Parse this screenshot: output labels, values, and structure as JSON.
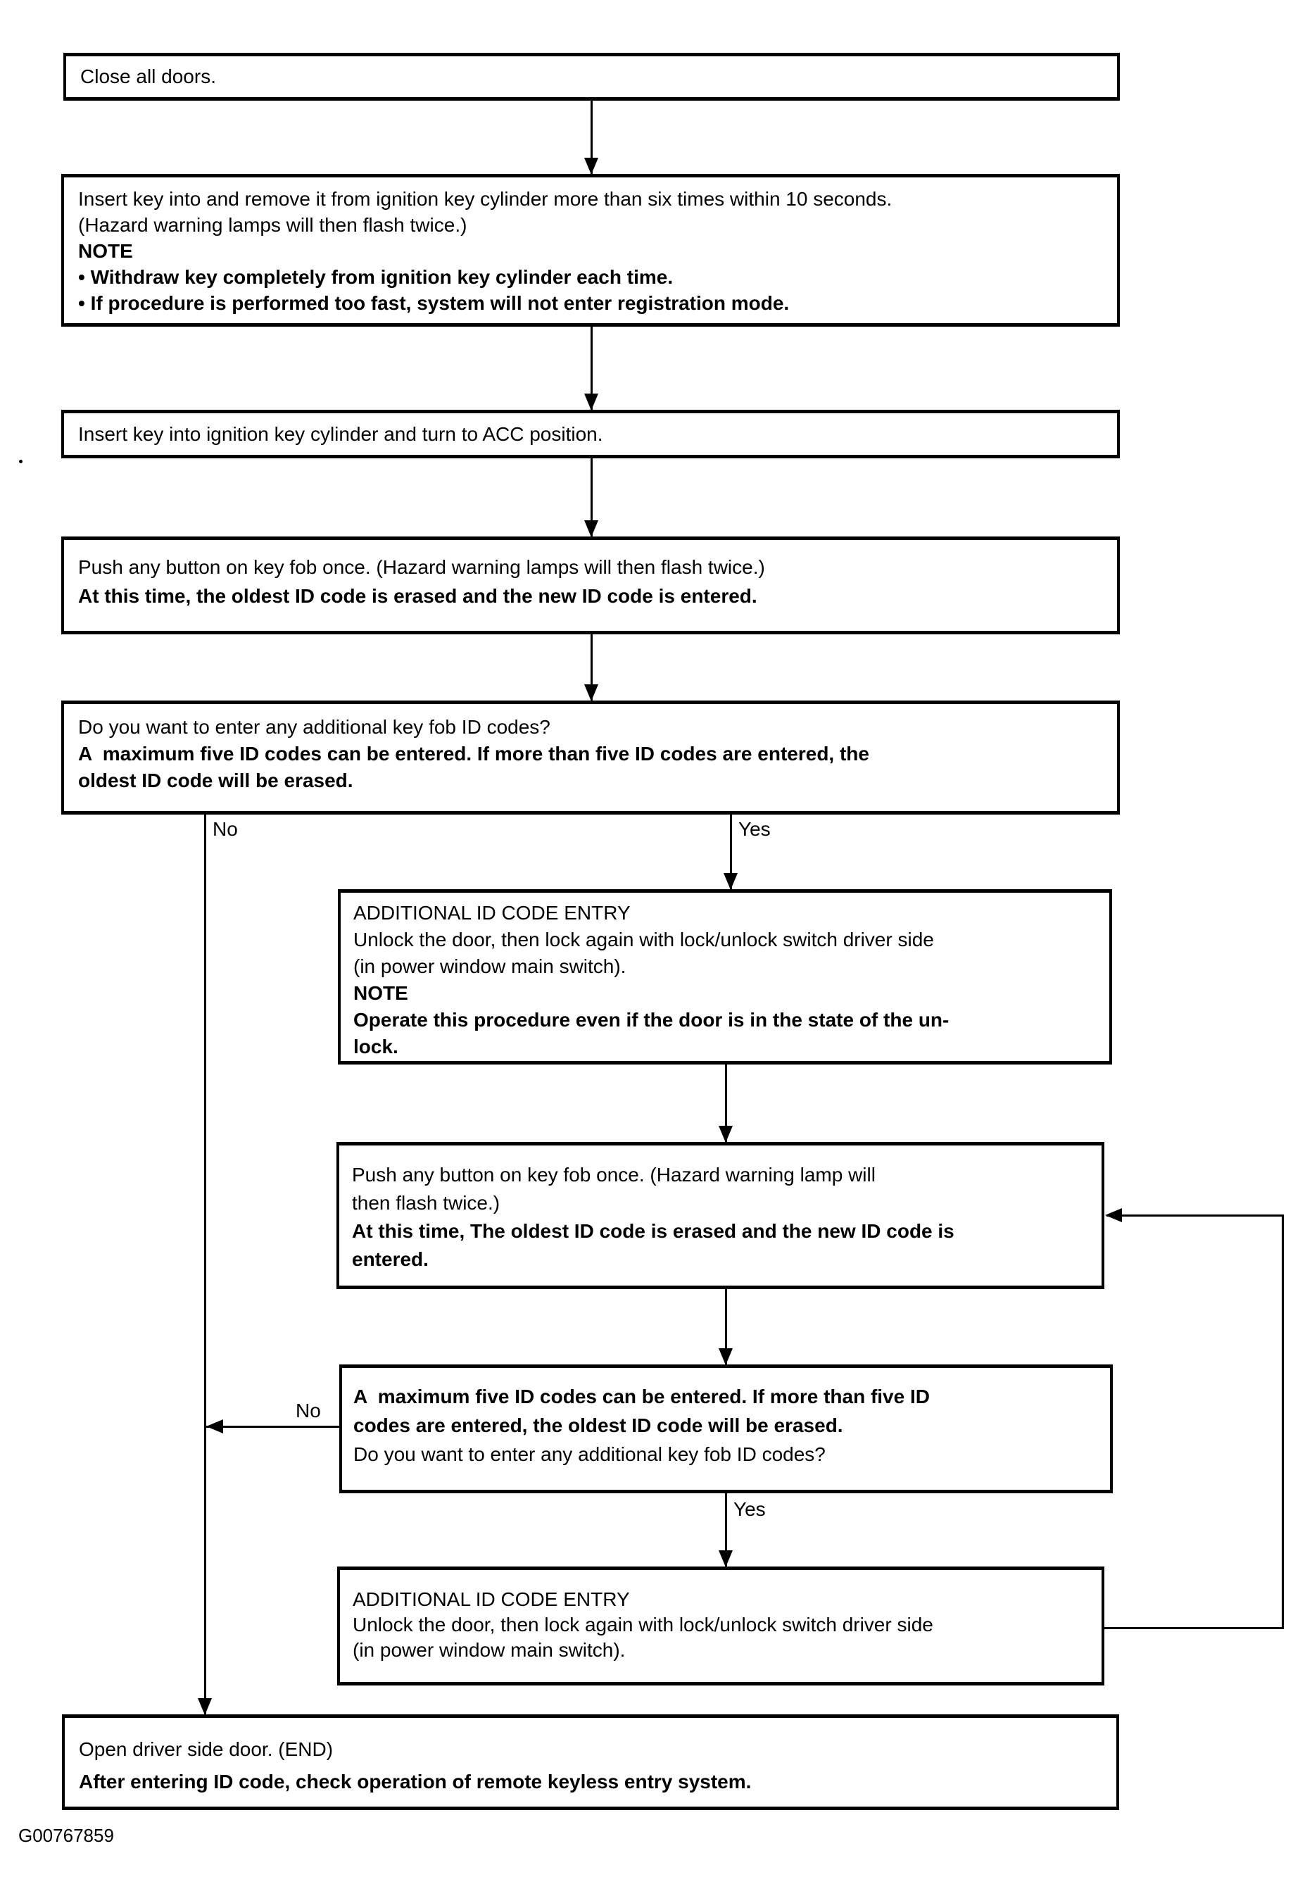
{
  "figure": {
    "id_code": "G00767859"
  },
  "colors": {
    "ink": "#000000",
    "paper": "#ffffff"
  },
  "labels": {
    "no_branch_1": "No",
    "yes_branch_1": "Yes",
    "no_branch_2": "No",
    "yes_branch_2": "Yes"
  },
  "boxes": {
    "close_doors": {
      "l1": "Close all doors."
    },
    "insert_remove_key": {
      "l1": "Insert key into and remove it from ignition key cylinder more than six times within 10 seconds.",
      "l2": "(Hazard warning lamps will then flash twice.)",
      "l3": "NOTE",
      "l4": "• Withdraw key completely from ignition key cylinder each time.",
      "l5": "• If procedure is performed too fast, system will not enter registration mode."
    },
    "acc_position": {
      "l1": "Insert key into ignition key cylinder and turn to ACC position."
    },
    "push_button_1": {
      "l1": "Push any button on key fob once. (Hazard warning lamps will then flash twice.)",
      "l2": "At this time, the oldest ID code is erased and the new ID code is entered."
    },
    "additional_question_1": {
      "l1": "Do you want to enter any additional key fob ID codes?",
      "l2": "A  maximum five ID codes can be entered. If more than five ID codes are entered, the",
      "l3": "oldest ID code will be erased."
    },
    "additional_entry_1": {
      "l1": "ADDITIONAL ID CODE ENTRY",
      "l2": "Unlock the door, then lock again with lock/unlock switch driver side",
      "l3": "(in power window main switch).",
      "l4": "NOTE",
      "l5": "Operate this procedure even if the door is in the state of the un-",
      "l6": "lock."
    },
    "push_button_2": {
      "l1": "Push any button on key fob once. (Hazard warning lamp will",
      "l2": "then flash twice.)",
      "l3": "At this time, The oldest ID code is erased and the new ID code is",
      "l4": "entered."
    },
    "additional_question_2": {
      "l1": "A  maximum five ID codes can be entered. If more than five ID",
      "l2": "codes are entered, the oldest ID code will be erased.",
      "l3": "Do you want to enter any additional key fob ID codes?"
    },
    "additional_entry_2": {
      "l1": "ADDITIONAL ID CODE ENTRY",
      "l2": "Unlock the door, then lock again with lock/unlock switch driver side",
      "l3": "(in power window main switch)."
    },
    "open_door_end": {
      "l1": "Open driver side door. (END)",
      "l2": "After entering ID code, check operation of remote keyless entry system."
    }
  }
}
